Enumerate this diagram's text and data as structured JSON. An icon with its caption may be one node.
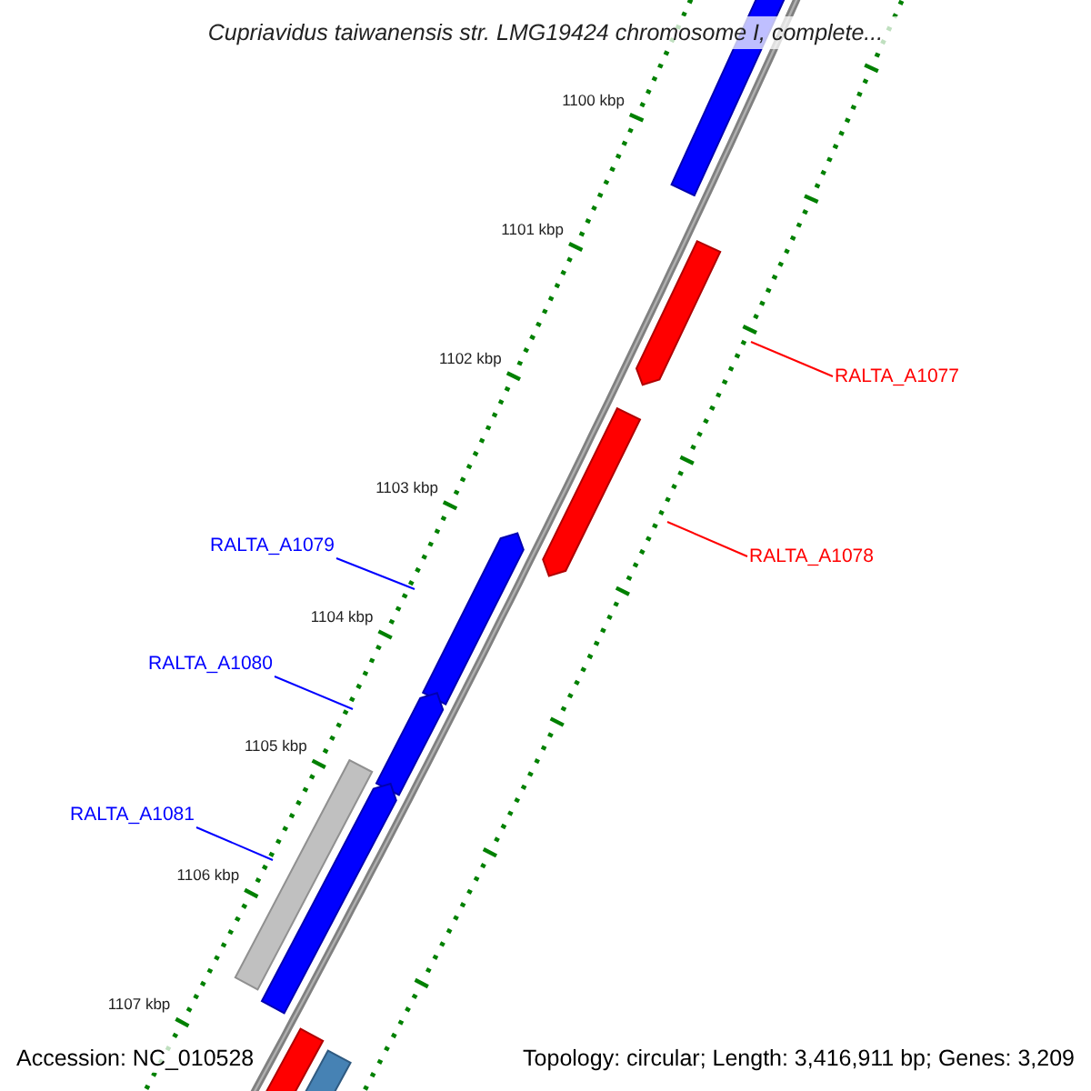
{
  "diagram": {
    "title": "Cupriavidus taiwanensis str. LMG19424 chromosome I, complete...",
    "nodes": [
      {
        "text": [
          "RALTA_A1077"
        ]
      },
      {
        "text": [
          "RALTA_A1078"
        ]
      },
      {
        "text": [
          "RALTA_A1079"
        ]
      },
      {
        "text": [
          "RALTA_A1080"
        ]
      },
      {
        "text": [
          "RALTA_A1081"
        ]
      }
    ],
    "edges": [
      {
        "from": 0,
        "to": null,
        "arrow": "none",
        "color": "#ff0000"
      },
      {
        "from": 1,
        "to": null,
        "arrow": "none",
        "color": "#ff0000"
      },
      {
        "from": 2,
        "to": null,
        "arrow": "none"
      },
      {
        "from": 3,
        "to": null,
        "arrow": "none"
      },
      {
        "from": 4,
        "to": null,
        "arrow": "none"
      }
    ],
    "labels": [
      "1100 kbp",
      "1101 kbp",
      "1102 kbp",
      "1103 kbp",
      "1104 kbp",
      "1105 kbp",
      "1106 kbp",
      "1107 kbp",
      "Accession: NC_010528",
      "Topology: circular; Length: 3,416,911 bp; Genes: 3,209"
    ]
  }
}
